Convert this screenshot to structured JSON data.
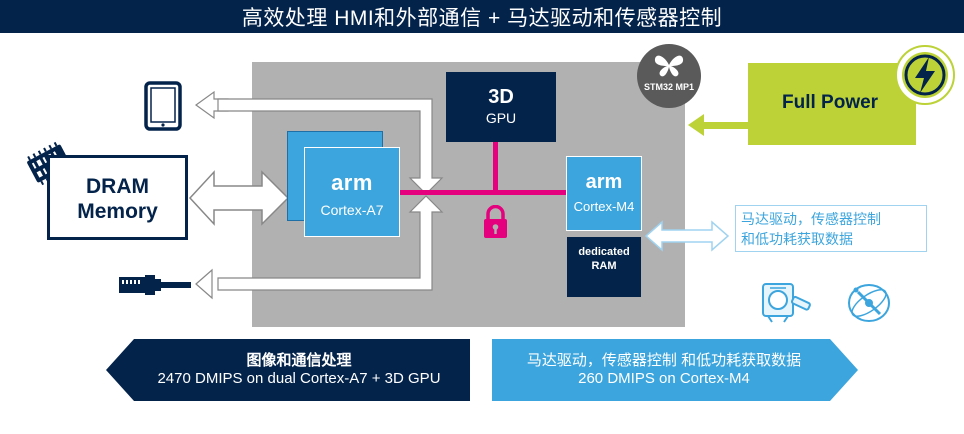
{
  "title": "高效处理 HMI和外部通信 + 马达驱动和传感器控制",
  "chip": {
    "logo_text": "STM32 MP1",
    "gpu": {
      "line1": "3D",
      "line2": "GPU"
    },
    "cortex_a7": {
      "brand": "arm",
      "core": "Cortex-A7"
    },
    "cortex_m4": {
      "brand": "arm",
      "core": "Cortex-M4"
    },
    "ram": {
      "line1": "dedicated",
      "line2": "RAM"
    }
  },
  "dram": {
    "line1": "DRAM",
    "line2": "Memory"
  },
  "power": {
    "label": "Full Power"
  },
  "motor_text": {
    "line1": "马达驱动，传感器控制",
    "line2": "和低功耗获取数据"
  },
  "banner_left": {
    "line1": "图像和通信处理",
    "line2": "2470 DMIPS on dual Cortex-A7 + 3D GPU"
  },
  "banner_right": {
    "line1": "马达驱动，传感器控制 和低功耗获取数据",
    "line2": "260 DMIPS on Cortex-M4"
  },
  "colors": {
    "navy": "#03234b",
    "arm_blue": "#3ca5dd",
    "bus_magenta": "#e5007e",
    "power_green": "#bcd236",
    "chip_gray": "#b1b1b1",
    "light_blue": "#9fd3f0"
  },
  "icons": [
    "tablet-icon",
    "memory-chip-icon",
    "ethernet-cable-icon",
    "lightning-icon",
    "lock-icon",
    "butterfly-logo-icon",
    "motor-icon",
    "sensor-icon"
  ]
}
